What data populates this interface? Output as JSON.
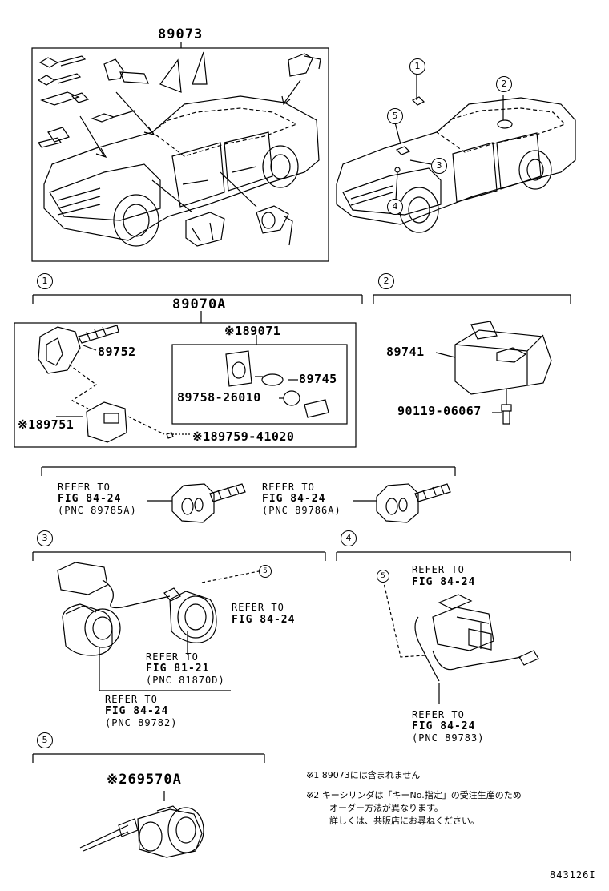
{
  "top": {
    "kit_part": "89073",
    "callouts": [
      "1",
      "2",
      "3",
      "4",
      "5"
    ]
  },
  "sec1": {
    "number": "1",
    "title": "89070A",
    "sub_title": "※189071",
    "key": "89752",
    "cover": "※189751",
    "screw": "※189759-41020",
    "ring1": "89745",
    "ring2": "89758-26010"
  },
  "sec2": {
    "number": "2",
    "module": "89741",
    "bolt": "90119-06067"
  },
  "refs": {
    "keyA_line1": "REFER TO",
    "keyA_line2": "FIG 84-24",
    "keyA_line3": "(PNC 89785A)",
    "keyB_line1": "REFER TO",
    "keyB_line2": "FIG 84-24",
    "keyB_line3": "(PNC 89786A)"
  },
  "sec3": {
    "number": "3",
    "bubble": "5",
    "r1_line1": "REFER TO",
    "r1_line2": "FIG 84-24",
    "r2_line1": "REFER TO",
    "r2_line2": "FIG 81-21",
    "r2_line3": "(PNC 81870D)",
    "r3_line1": "REFER TO",
    "r3_line2": "FIG 84-24",
    "r3_line3": "(PNC 89782)"
  },
  "sec4": {
    "number": "4",
    "bubble": "5",
    "r1_line1": "REFER TO",
    "r1_line2": "FIG 84-24",
    "r2_line1": "REFER TO",
    "r2_line2": "FIG 84-24",
    "r2_line3": "(PNC 89783)"
  },
  "sec5": {
    "number": "5",
    "part": "※269570A"
  },
  "notes": {
    "n1": "※1 89073には含まれません",
    "n2_line1": "※2 キーシリンダは「キーNo.指定」の受注生産のため",
    "n2_line2": "オーダー方法が異なります。",
    "n2_line3": "詳しくは、共販店にお尋ねください。"
  },
  "figure_id": "843126I"
}
